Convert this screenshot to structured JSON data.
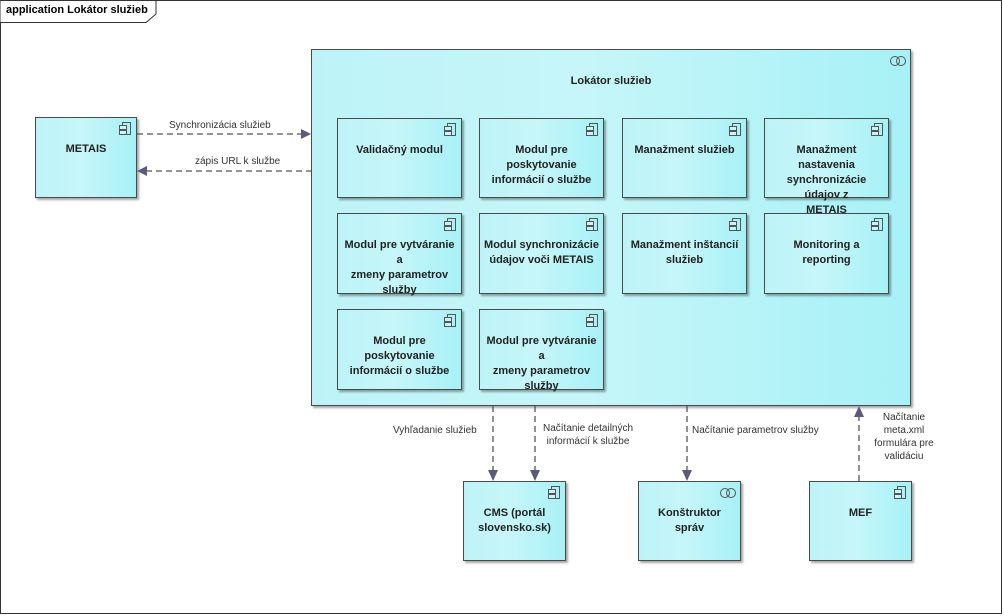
{
  "frame": {
    "title": "application Lokátor služieb"
  },
  "container": {
    "title": "Lokátor služieb"
  },
  "modules": [
    [
      "Validačný modul"
    ],
    [
      "Modul pre poskytovanie",
      "informácií o službe"
    ],
    [
      "Manažment služieb"
    ],
    [
      "Manažment nastavenia",
      "synchronizácie údajov z",
      "METAIS"
    ],
    [
      "Modul pre vytváranie a",
      "zmeny parametrov",
      "služby"
    ],
    [
      "Modul synchronizácie",
      "údajov voči METAIS"
    ],
    [
      "Manažment inštancií",
      "služieb"
    ],
    [
      "Monitoring a reporting"
    ],
    [
      "Modul pre poskytovanie",
      "informácií o službe"
    ],
    [
      "Modul pre vytváranie a",
      "zmeny parametrov",
      "služby"
    ]
  ],
  "external": {
    "metais": "METAIS",
    "cms": [
      "CMS (portál",
      "slovensko.sk)"
    ],
    "konstruktor": "Konštruktor správ",
    "mef": "MEF"
  },
  "edges": {
    "sync": "Synchronizácia služieb",
    "zapis": "zápis URL k službe",
    "vyhladanie": "Vyhľadanie služieb",
    "nacitanie_detail": [
      "Načítanie detailných",
      "informácií k službe"
    ],
    "nacitanie_param": "Načítanie parametrov služby",
    "nacitanie_meta": [
      "Načítanie",
      "meta.xml",
      "formulára pre",
      "validáciu"
    ]
  }
}
